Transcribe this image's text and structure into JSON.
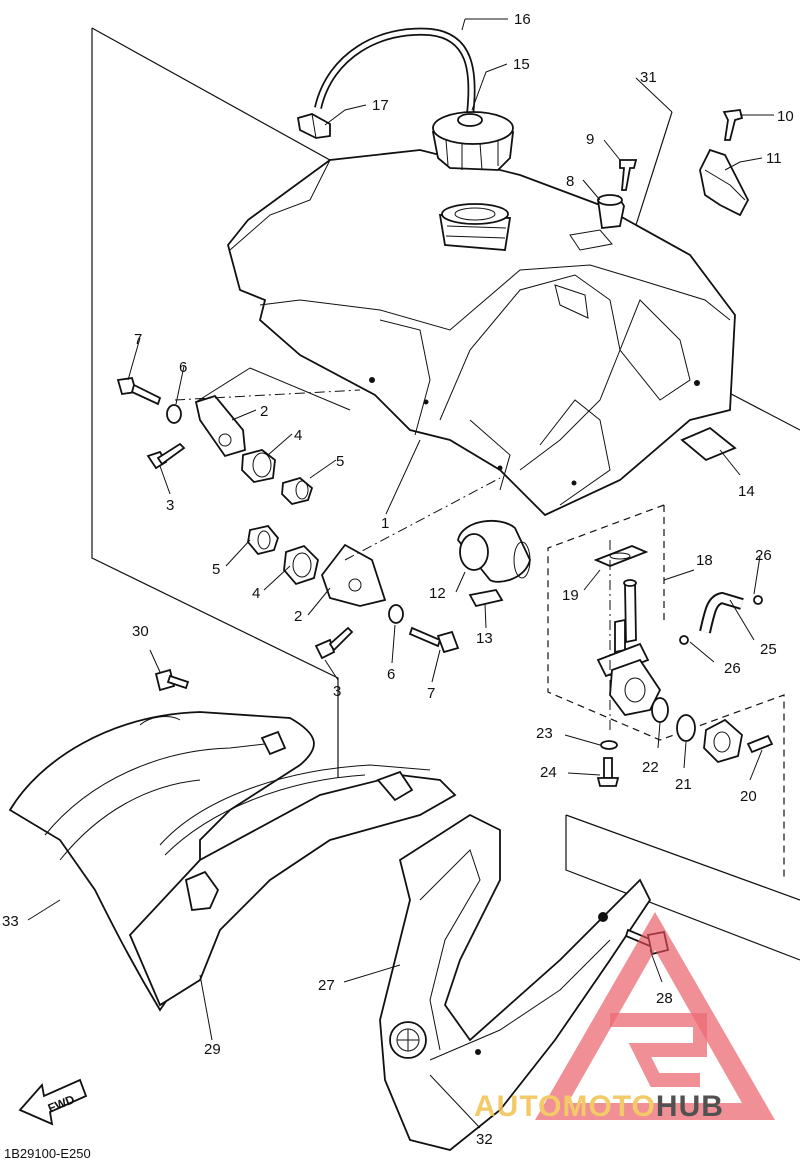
{
  "diagram_code": "1B29100-E250",
  "forward_marker": "FWD",
  "watermark": {
    "word_auto": "AUTO",
    "word_moto": "MOTO",
    "word_hub": "HUB",
    "color_red": "#e8505b",
    "color_gold": "#f2c14e",
    "color_gray": "#333333"
  },
  "callouts": {
    "c1": "1",
    "c2a": "2",
    "c2b": "2",
    "c3a": "3",
    "c3b": "3",
    "c4a": "4",
    "c4b": "4",
    "c5a": "5",
    "c5b": "5",
    "c6a": "6",
    "c6b": "6",
    "c7a": "7",
    "c7b": "7",
    "c8": "8",
    "c9": "9",
    "c10": "10",
    "c11": "11",
    "c12": "12",
    "c13": "13",
    "c14": "14",
    "c15": "15",
    "c16": "16",
    "c17": "17",
    "c18": "18",
    "c19": "19",
    "c20": "20",
    "c21": "21",
    "c22": "22",
    "c23": "23",
    "c24": "24",
    "c25": "25",
    "c26a": "26",
    "c26b": "26",
    "c27": "27",
    "c28": "28",
    "c29": "29",
    "c30": "30",
    "c31": "31",
    "c32": "32",
    "c33": "33"
  }
}
